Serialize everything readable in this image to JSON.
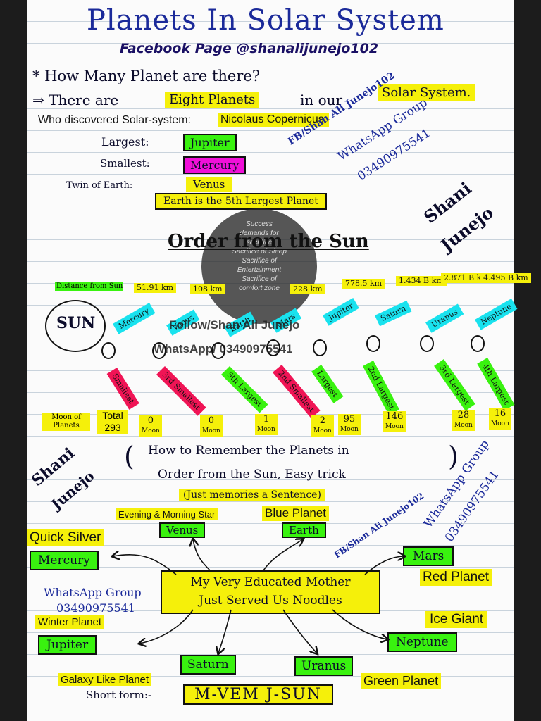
{
  "title": "Planets In Solar System",
  "facebook_page": "Facebook Page @shanalijunejo102",
  "intro": {
    "question": "* How Many Planet are there?",
    "answer_prefix": "⇒ There are",
    "answer_highlight": "Eight Planets",
    "answer_mid": "in our",
    "answer_end": "Solar System.",
    "discovered_label": "Who discovered Solar-system:",
    "discovered_name": "Nicolaus Copernicus."
  },
  "facts": {
    "largest_label": "Largest:",
    "largest_value": "Jupiter",
    "smallest_label": "Smallest:",
    "smallest_value": "Mercury",
    "twin_label": "Twin of Earth:",
    "twin_value": "Venus",
    "earth_note": "Earth is the 5th Largest Planet"
  },
  "contact": {
    "fb": "FB/Shan Ali Junejo102",
    "whatsapp_label": "WhatsApp Group",
    "whatsapp_number": "03490975541",
    "signature_1": "Shani",
    "signature_2": "Junejo"
  },
  "order_heading": "Order from the Sun",
  "watermark": {
    "line1": "Success",
    "line2": "demands for",
    "line3": "sacrifice",
    "line4": "Sacrifice of Sleep",
    "line5": "Sacrifice of",
    "line6": "Entertainment",
    "line7": "Sacrifice of",
    "line8": "comfort zone",
    "follow": "Follow/Shan Ali Junejo",
    "whatsapp": "WhatsApp/ 03490975541"
  },
  "sun_label": "SUN",
  "distance_label": "Distance from Sun",
  "distances": [
    "51.91 km",
    "108 km",
    "",
    "228 km",
    "778.5 km",
    "1.434 B km",
    "2.871 B km",
    "4.495 B km"
  ],
  "planets": [
    "Mercury",
    "Venus",
    "Earth",
    "Mars",
    "Jupiter",
    "Saturn",
    "Uranus",
    "Neptune"
  ],
  "size_ranks": [
    "Smallest",
    "3rd Smallest",
    "5th Largest",
    "2nd Smallest",
    "Largest",
    "2nd Largest",
    "3rd Largest",
    "4th Largest"
  ],
  "moons_label": "Moon of Planets",
  "moons_total_label": "Total",
  "moons_total": "293",
  "moon_unit": "Moon",
  "moons": [
    "0",
    "0",
    "1",
    "2",
    "95",
    "146",
    "28",
    "16"
  ],
  "trick": {
    "line1": "How to Remember the Planets in",
    "line2": "Order from the Sun, Easy trick",
    "line3": "(Just memories a Sentence)"
  },
  "mnemonic": {
    "line1": "My Very Educated Mother",
    "line2": "Just Served Us Noodles"
  },
  "nicknames": {
    "venus": "Evening & Morning Star",
    "earth": "Blue Planet",
    "mercury": "Quick Silver",
    "mars": "Red Planet",
    "jupiter": "Winter Planet",
    "neptune": "Ice Giant",
    "saturn": "Galaxy Like Planet",
    "uranus": "Green Planet"
  },
  "short_form_label": "Short form:-",
  "short_form": "M-VEM J-SUN"
}
